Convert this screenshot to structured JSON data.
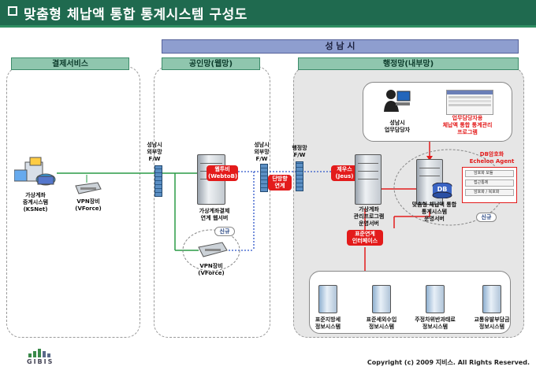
{
  "title": "맞춤형 체납액 통합 통계시스템 구성도",
  "seongnam": "성 남 시",
  "zones": {
    "payment": "결제서비스",
    "web": "공인망(웹망)",
    "admin": "행정망(내부망)"
  },
  "payment": {
    "ksnet": "가상계좌\n중계시스템\n(KSNet)",
    "vpn": "VPN장비\n(VForce)"
  },
  "firewalls": {
    "fw1": "성남시\n외부망\nF/W",
    "fw2": "성남시\n외부망\nF/W",
    "fw3": "행정망\nF/W"
  },
  "web": {
    "tag": "웹투비\n(WebtoB)",
    "server": "가상계좌결제\n연계 웹서버",
    "new": "신규",
    "vpn": "VPN장비\n(VForce)"
  },
  "oneway": "단방향\n연계",
  "admin": {
    "user": "성남시\n업무담당자",
    "program": "업무담당자용\n체납액 통합 통계관리\n프로그램",
    "jeus": "제우스\n(Jeus)",
    "vaserver": "가상계좌\n관리프로그램\n운영서버",
    "db_agent": "DB암호화\nEchelon Agent",
    "db": "DB",
    "mserver": "맞춤형 체납액 통합\n통계시스템\n운영서버",
    "agent_items": [
      "암호화 모듈",
      "접근통제",
      "암호화 / 복호화"
    ],
    "new": "신규",
    "interface": "표준연계\n인터페이스",
    "systems": [
      "표준지방세\n정보시스템",
      "표준세외수입\n정보시스템",
      "주정차위반과태료\n정보시스템",
      "교통유발부담금\n정보시스템"
    ]
  },
  "logo": "GIBIS",
  "copyright": "Copyright  (c) 2009 지비스. All Rights Reserved.",
  "colors": {
    "title_bg": "#1f6a4f",
    "zone_header": "#8fc6ae",
    "seongnam_header": "#8e9ecf",
    "red_tag": "#e31b1b",
    "green_line": "#2a9b46",
    "red_line": "#e31b1b",
    "blue_dotted": "#2f56c9"
  }
}
